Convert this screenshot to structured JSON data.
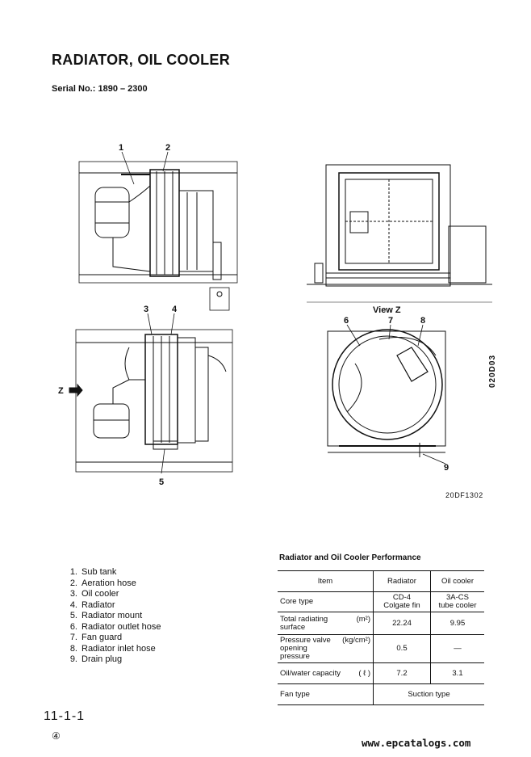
{
  "page": {
    "title": "RADIATOR, OIL COOLER",
    "serial": "Serial No.: 1890 – 2300",
    "drawing_code": "20DF1302",
    "side_code": "020D03",
    "page_number": "11-1-1",
    "revision": "④",
    "watermark": "www.epcatalogs.com"
  },
  "figure": {
    "callouts": [
      "1",
      "2",
      "3",
      "4",
      "5",
      "6",
      "7",
      "8",
      "9"
    ],
    "view_label": "View Z",
    "z_label": "Z"
  },
  "legend": [
    {
      "num": "1.",
      "text": "Sub tank"
    },
    {
      "num": "2.",
      "text": "Aeration hose"
    },
    {
      "num": "3.",
      "text": "Oil cooler"
    },
    {
      "num": "4.",
      "text": "Radiator"
    },
    {
      "num": "5.",
      "text": "Radiator mount"
    },
    {
      "num": "6.",
      "text": "Radiator outlet hose"
    },
    {
      "num": "7.",
      "text": "Fan guard"
    },
    {
      "num": "8.",
      "text": "Radiator inlet hose"
    },
    {
      "num": "9.",
      "text": "Drain plug"
    }
  ],
  "performance": {
    "title": "Radiator and Oil Cooler Performance",
    "headers": [
      "Item",
      "Radiator",
      "Oil cooler"
    ],
    "rows": [
      {
        "item": "Core type",
        "unit": "",
        "radiator": "CD-4\nColgate fin",
        "oil_cooler": "3A-CS\ntube cooler"
      },
      {
        "item": "Total radiating\nsurface",
        "unit": "(m²)",
        "radiator": "22.24",
        "oil_cooler": "9.95"
      },
      {
        "item": "Pressure valve opening\npressure",
        "unit": "(kg/cm²)",
        "radiator": "0.5",
        "oil_cooler": "—"
      },
      {
        "item": "Oil/water capacity",
        "unit": "( ℓ )",
        "radiator": "7.2",
        "oil_cooler": "3.1"
      }
    ],
    "fan_row": {
      "item": "Fan type",
      "value": "Suction type"
    }
  }
}
